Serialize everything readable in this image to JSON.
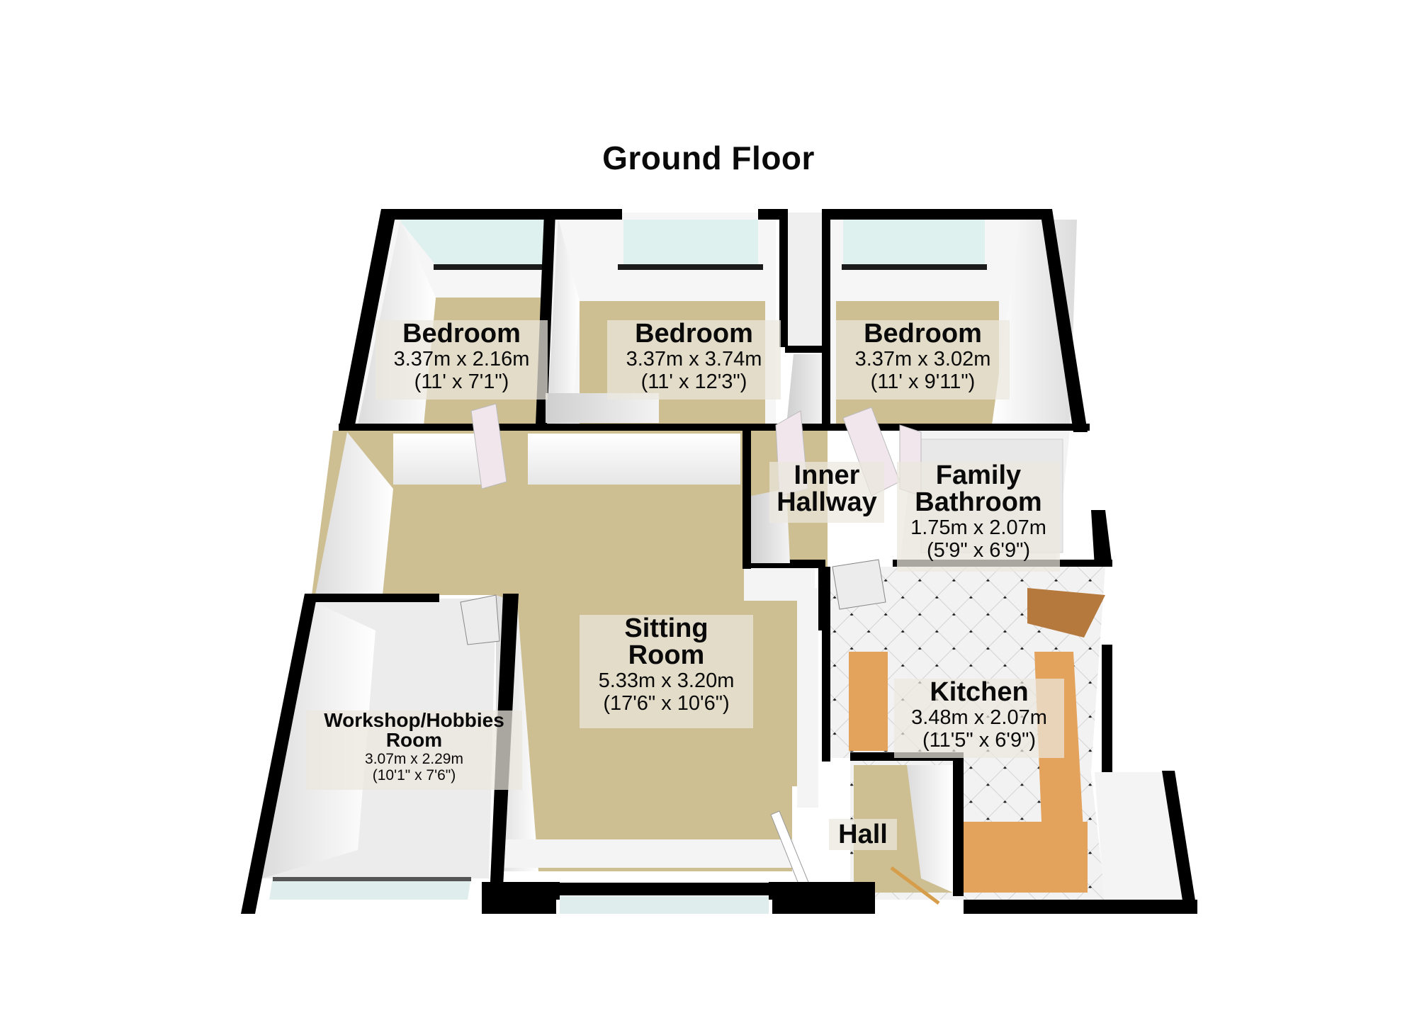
{
  "floor_plan": {
    "title": "Ground Floor",
    "rooms": [
      {
        "id": "bedroom-1",
        "name": "Bedroom",
        "metric": "3.37m x 2.16m",
        "imperial": "(11' x 7'1\")"
      },
      {
        "id": "bedroom-2",
        "name": "Bedroom",
        "metric": "3.37m x 3.74m",
        "imperial": "(11' x 12'3\")"
      },
      {
        "id": "bedroom-3",
        "name": "Bedroom",
        "metric": "3.37m x 3.02m",
        "imperial": "(11' x 9'11\")"
      },
      {
        "id": "inner-hallway",
        "name_line1": "Inner",
        "name_line2": "Hallway"
      },
      {
        "id": "family-bathroom",
        "name_line1": "Family",
        "name_line2": "Bathroom",
        "metric": "1.75m x 2.07m",
        "imperial": "(5'9\" x 6'9\")"
      },
      {
        "id": "sitting-room",
        "name_line1": "Sitting",
        "name_line2": "Room",
        "metric": "5.33m x 3.20m",
        "imperial": "(17'6\" x 10'6\")"
      },
      {
        "id": "workshop",
        "name_line1": "Workshop/Hobbies",
        "name_line2": "Room",
        "metric": "3.07m x 2.29m",
        "imperial": "(10'1\" x 7'6\")"
      },
      {
        "id": "kitchen",
        "name": "Kitchen",
        "metric": "3.48m x 2.07m",
        "imperial": "(11'5\" x 6'9\")"
      },
      {
        "id": "hall",
        "name": "Hall"
      }
    ],
    "colors": {
      "wall": "#000000",
      "wall_face": "#f4f4f4",
      "carpet": "#cdbf92",
      "tile_floor": "#eeeeee",
      "worktop": "#e3a35c",
      "glass": "#dff1ef",
      "label_bg": "#ebe8de"
    }
  }
}
